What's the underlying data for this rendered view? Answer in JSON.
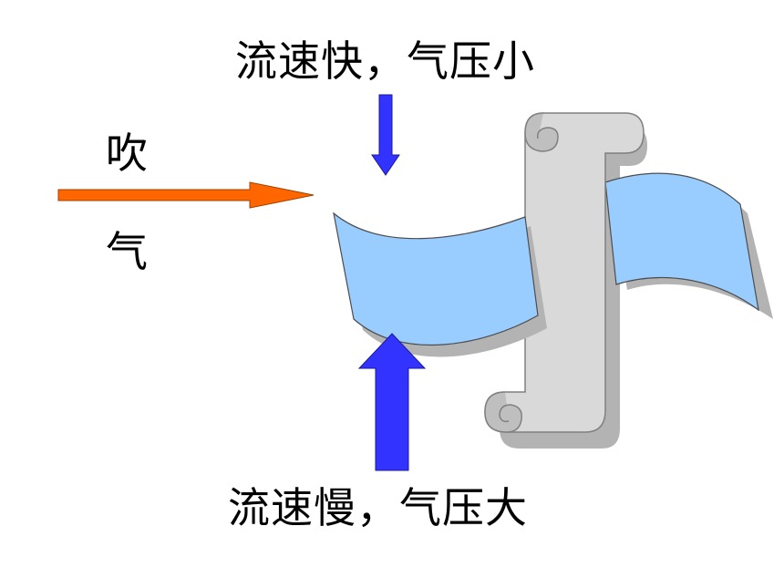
{
  "labels": {
    "top": "流速快，气压小",
    "bottom": "流速慢，气压大",
    "blow_char_1": "吹",
    "blow_char_2": "气"
  },
  "colors": {
    "blow_arrow": "#FF6600",
    "pressure_arrow": "#3333FF",
    "paper_fill": "#99CCFF",
    "paper_shadow": "#B3B3B3",
    "scroll_fill": "#D9D9D9",
    "scroll_edge": "#808080"
  },
  "icons": {
    "blow_arrow": "arrow-right-icon",
    "small_pressure_arrow": "arrow-down-icon",
    "large_pressure_arrow": "arrow-up-icon",
    "scroll": "scroll-icon"
  }
}
